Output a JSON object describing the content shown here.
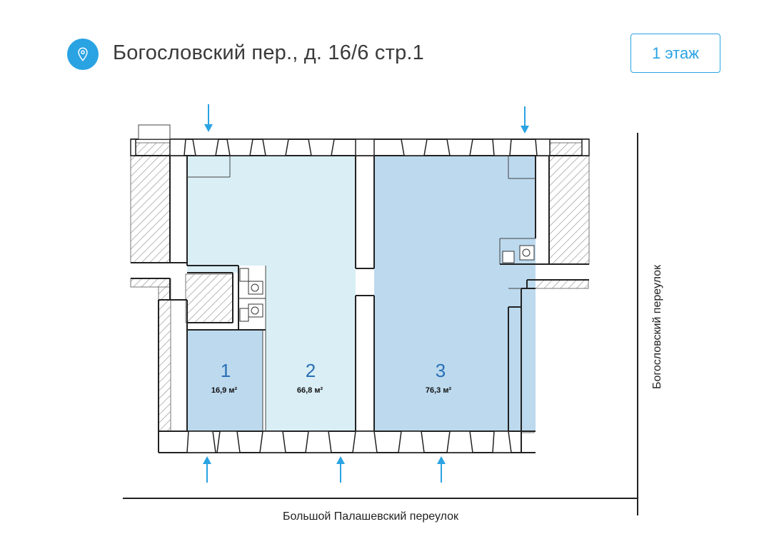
{
  "header": {
    "address": "Богословский пер., д. 16/6 стр.1",
    "floor_label": "1 этаж",
    "pin_icon": "location-pin-icon",
    "accent_color": "#2aa3e3"
  },
  "rooms": [
    {
      "number": "1",
      "area": "16,9 м²",
      "fill": "#bcd9ee"
    },
    {
      "number": "2",
      "area": "66,8 м²",
      "fill": "#d9eef5"
    },
    {
      "number": "3",
      "area": "76,3 м²",
      "fill": "#bcd9ee"
    }
  ],
  "streets": {
    "bottom": "Большой Палашевский переулок",
    "right": "Богословский переулок"
  }
}
